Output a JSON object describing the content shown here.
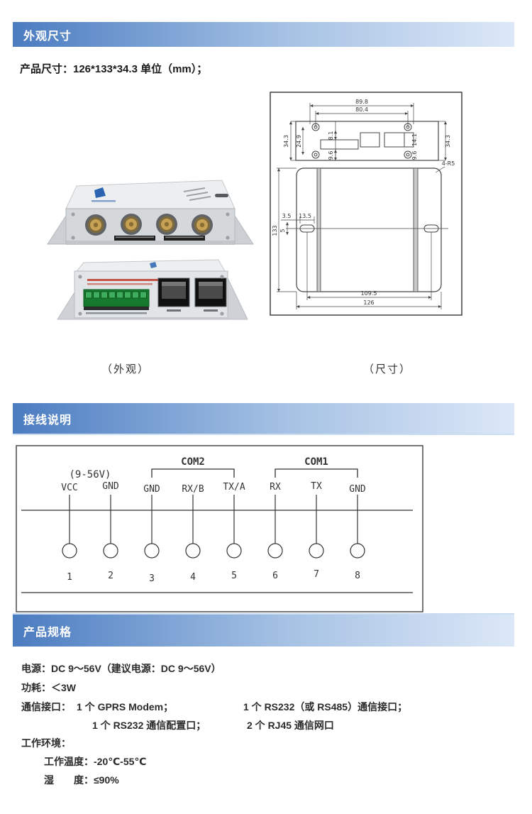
{
  "sections": {
    "appearance": {
      "title": "外观尺寸"
    },
    "wiring": {
      "title": "接线说明"
    },
    "specs": {
      "title": "产品规格"
    }
  },
  "appearance": {
    "size_line": "产品尺寸：126*133*34.3 单位（mm）；",
    "caption_photo": "（外观）",
    "caption_dims": "（尺寸）",
    "drawing": {
      "dim_89_8": "89.8",
      "dim_80_4": "80.4",
      "dim_34_3_left": "34.3",
      "dim_24_9": "24.9",
      "dim_8_1": "8.1",
      "dim_9_6_left": "9.6",
      "dim_14_1": "14.1",
      "dim_9_6_right": "9.6",
      "dim_34_3_right": "34.3",
      "corner_note": "4-R5",
      "dim_133": "133",
      "dim_3_5": "3.5",
      "dim_13_5": "13.5",
      "dim_5": "5",
      "dim_109_5": "109.5",
      "dim_126": "126"
    }
  },
  "wiring": {
    "voltage": "(9-56V)",
    "com2": "COM2",
    "com1": "COM1",
    "terminals": [
      {
        "label": "VCC",
        "num": "1"
      },
      {
        "label": "GND",
        "num": "2"
      },
      {
        "label": "GND",
        "num": "3"
      },
      {
        "label": "RX/B",
        "num": "4"
      },
      {
        "label": "TX/A",
        "num": "5"
      },
      {
        "label": "RX",
        "num": "6"
      },
      {
        "label": "TX",
        "num": "7"
      },
      {
        "label": "GND",
        "num": "8"
      }
    ]
  },
  "specs": {
    "power": "电源：DC 9～56V（建议电源：DC 9～56V）",
    "consumption": "功耗：＜3W",
    "comm_label": "通信接口：",
    "comm_1": "1 个 GPRS Modem；",
    "comm_2": "1 个 RS232（或 RS485）通信接口；",
    "comm_3": "1 个 RS232 通信配置口；",
    "comm_4": "2 个 RJ45 通信网口",
    "env_label": "工作环境：",
    "temp": "工作温度：-20℃-55℃",
    "humidity": "湿　　度：≤90%"
  },
  "colors": {
    "header_blue": "#4b7cc1",
    "header_mid": "#a6c2e4",
    "header_light": "#dce8f7",
    "header_text": "#ffffff",
    "logo_blue": "#2b63b0",
    "terminal_green": "#157a2e",
    "sma_gold": "#c8a254",
    "line_dark": "#444444"
  }
}
